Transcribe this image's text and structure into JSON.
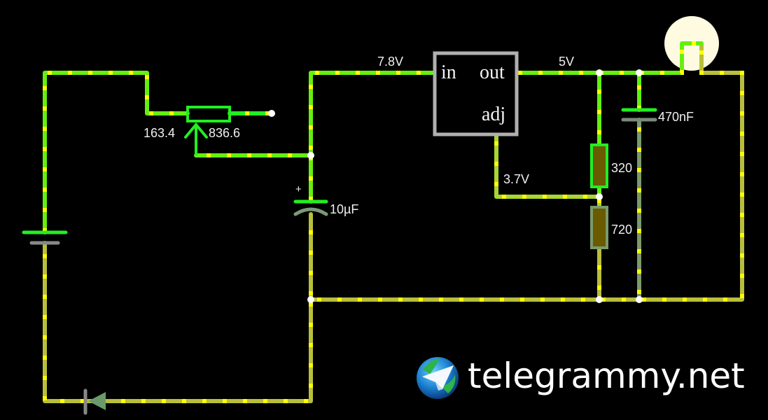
{
  "circuit": {
    "colors": {
      "wire_high": "#66ee11",
      "wire_mid": "#a8d632",
      "wire_low": "#b8bf3a",
      "wire_ground": "#7a9a6a",
      "current_dot": "#ffff00",
      "component_green": "#22ee22",
      "component_gray": "#7a8a7a",
      "chip_border": "#b0b0b0",
      "node": "#ffffff",
      "lamp": "#fffbe0"
    },
    "potentiometer": {
      "left_value": "163.4",
      "right_value": "836.6"
    },
    "capacitor_input": {
      "value": "10µF",
      "polarity": "+"
    },
    "capacitor_output": {
      "value": "470nF"
    },
    "resistor_top": {
      "value": "320"
    },
    "resistor_bottom": {
      "value": "720"
    },
    "regulator": {
      "pin_in": "in",
      "pin_out": "out",
      "pin_adj": "adj"
    },
    "voltages": {
      "input": "7.8V",
      "output": "5V",
      "adjust": "3.7V"
    }
  },
  "watermark": {
    "text": "telegrammy.net",
    "icon": "telegram-globe-icon"
  }
}
